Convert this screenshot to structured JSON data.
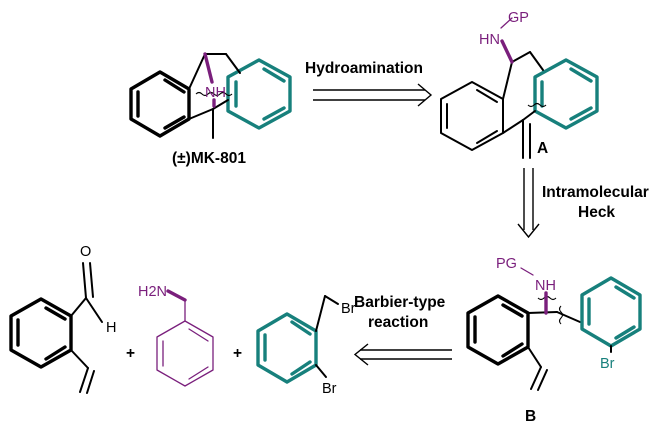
{
  "compounds": {
    "mk801": {
      "name": "(±)MK-801",
      "nh": "NH"
    },
    "a": {
      "label": "A",
      "hn": "HN",
      "gp": "GP"
    },
    "b": {
      "label": "B",
      "pg": "PG",
      "nh": "NH",
      "br": "Br"
    }
  },
  "reagents": {
    "aldehyde": {
      "o": "O",
      "h": "H"
    },
    "amine": {
      "h2n": "H2N"
    },
    "benzyl_bromide": {
      "br1": "Br",
      "br2": "Br"
    },
    "plus1": "+",
    "plus2": "+"
  },
  "steps": {
    "hydroamination": "Hydroamination",
    "heck_line1": "Intramolecular",
    "heck_line2": "Heck",
    "barbier_line1": "Barbier-type",
    "barbier_line2": "reaction"
  },
  "colors": {
    "teal": "#17807c",
    "purple": "#7a1f7c",
    "black": "#000000"
  }
}
